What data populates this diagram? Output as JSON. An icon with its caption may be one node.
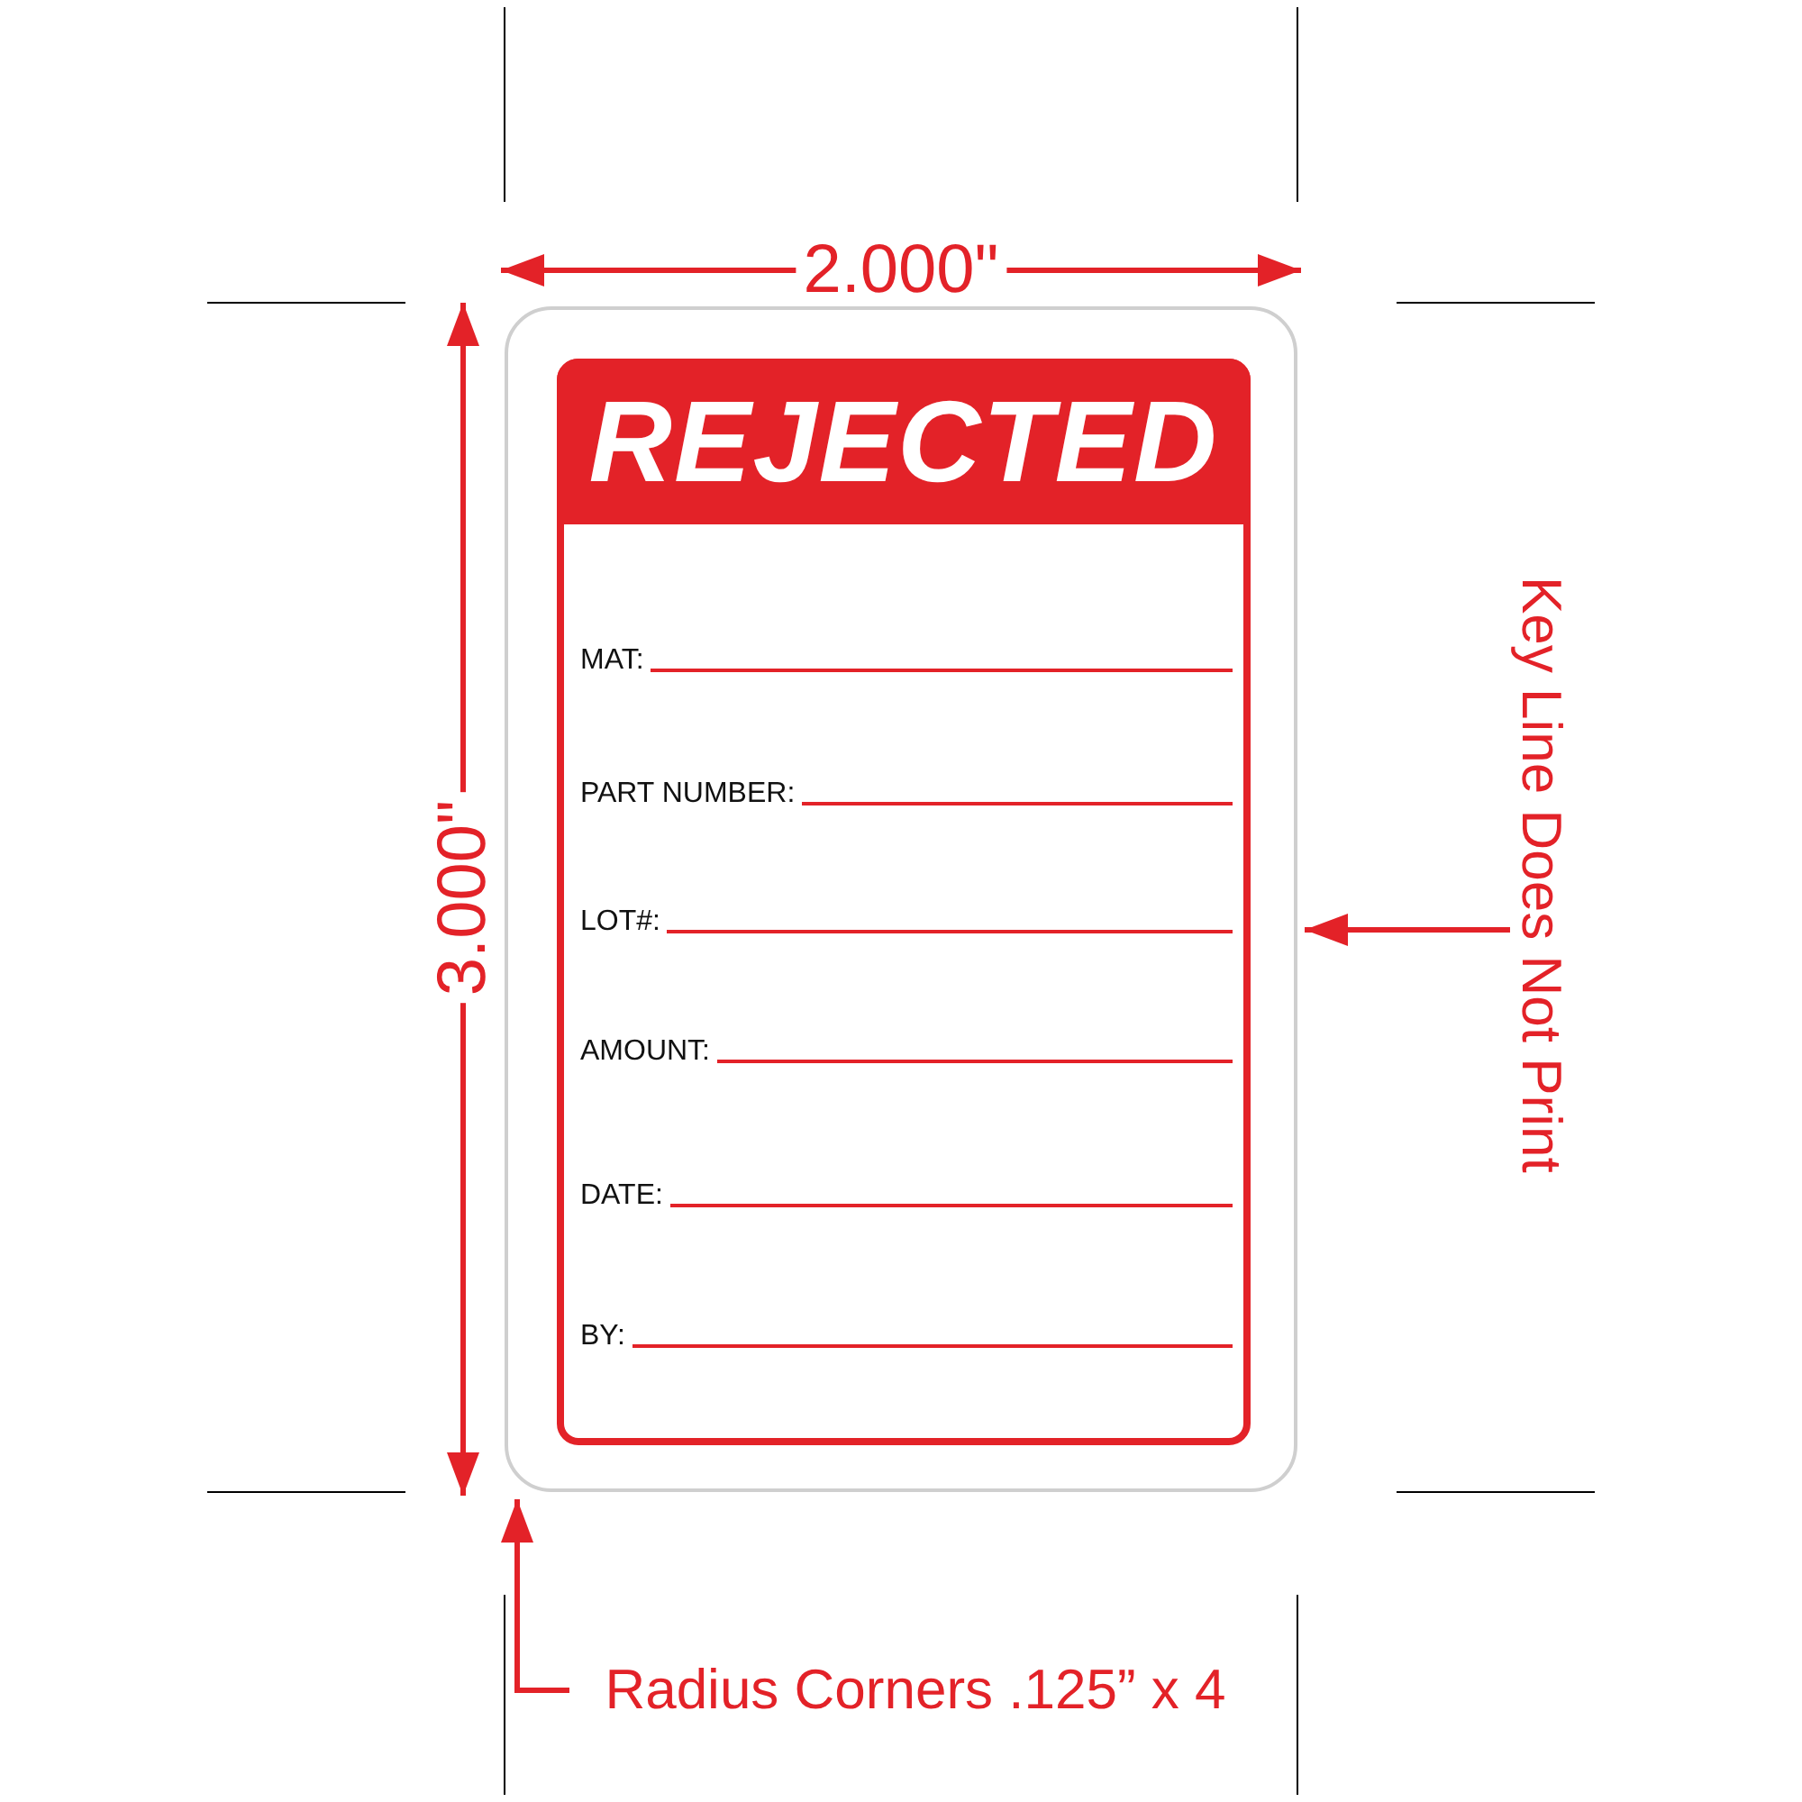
{
  "diagram": {
    "nodes": [
      {
        "text": [],
        "shape": "box"
      },
      {
        "text": [
          "REJECTED",
          "MAT:",
          "PART NUMBER:",
          "LOT#:",
          "AMOUNT:",
          "DATE:",
          "BY:"
        ],
        "in": 0
      },
      {
        "text": [
          "Key Line Does Not Print"
        ]
      },
      {
        "text": [
          "Radius Corners .125” x 4"
        ]
      }
    ],
    "edges": [
      {
        "from": 2,
        "to": 0,
        "arrow": "to"
      },
      {
        "from": 3,
        "to": 0,
        "arrow": "to"
      }
    ],
    "labels": [
      "2.000\"",
      "3.000\""
    ]
  }
}
